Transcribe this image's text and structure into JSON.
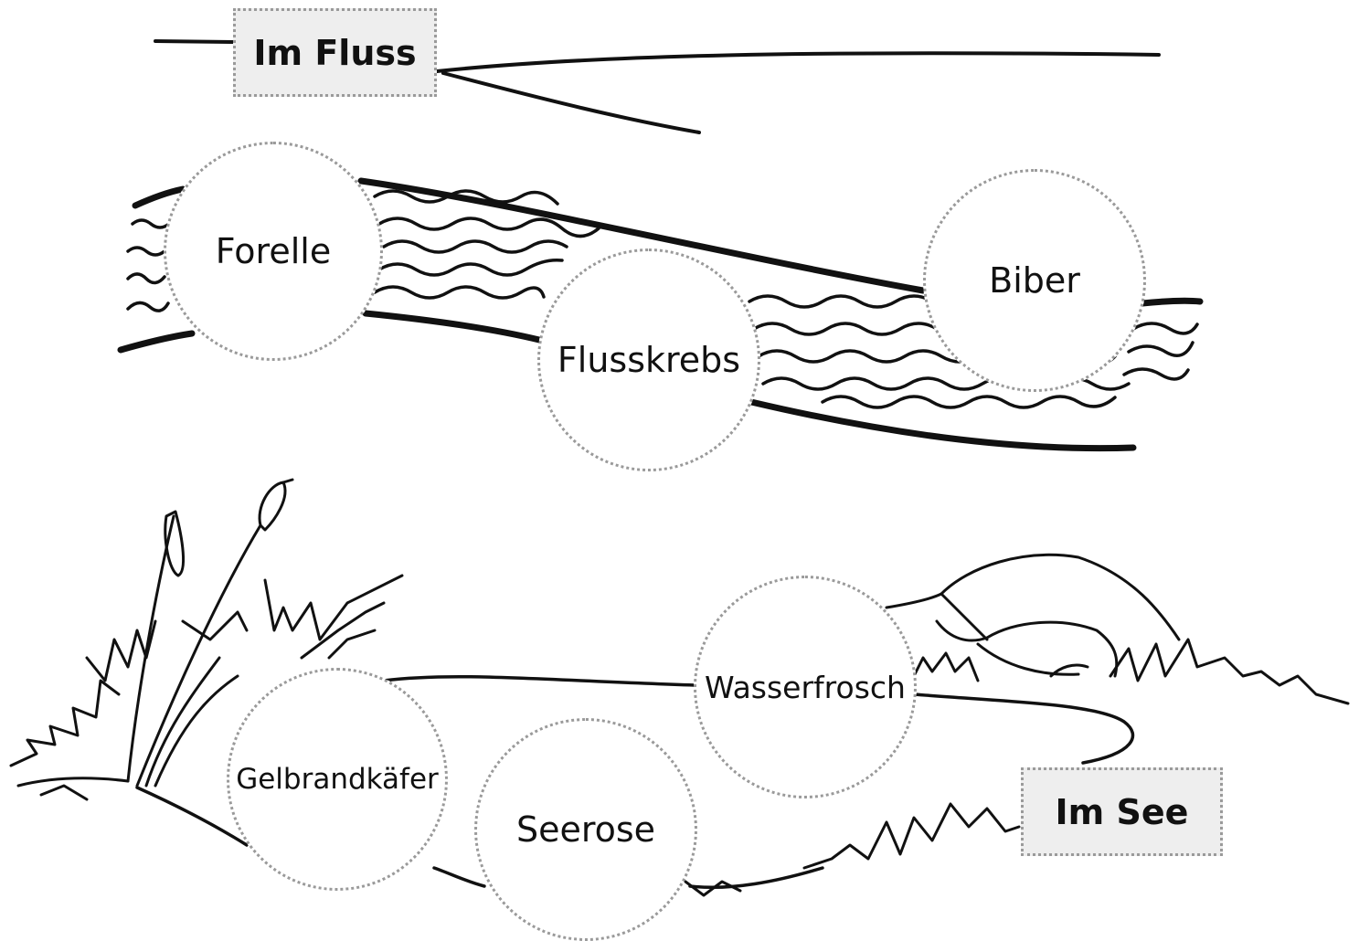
{
  "titles": {
    "river": "Im Fluss",
    "lake": "Im See"
  },
  "river_labels": {
    "trout": "Forelle",
    "crayfish": "Flusskrebs",
    "beaver": "Biber"
  },
  "lake_labels": {
    "frog": "Wasserfrosch",
    "beetle": "Gelbrandkäfer",
    "waterlily": "Seerose"
  },
  "colors": {
    "line": "#111111",
    "box_fill": "#eeeeee",
    "dotted_border": "#9a9a9a"
  }
}
